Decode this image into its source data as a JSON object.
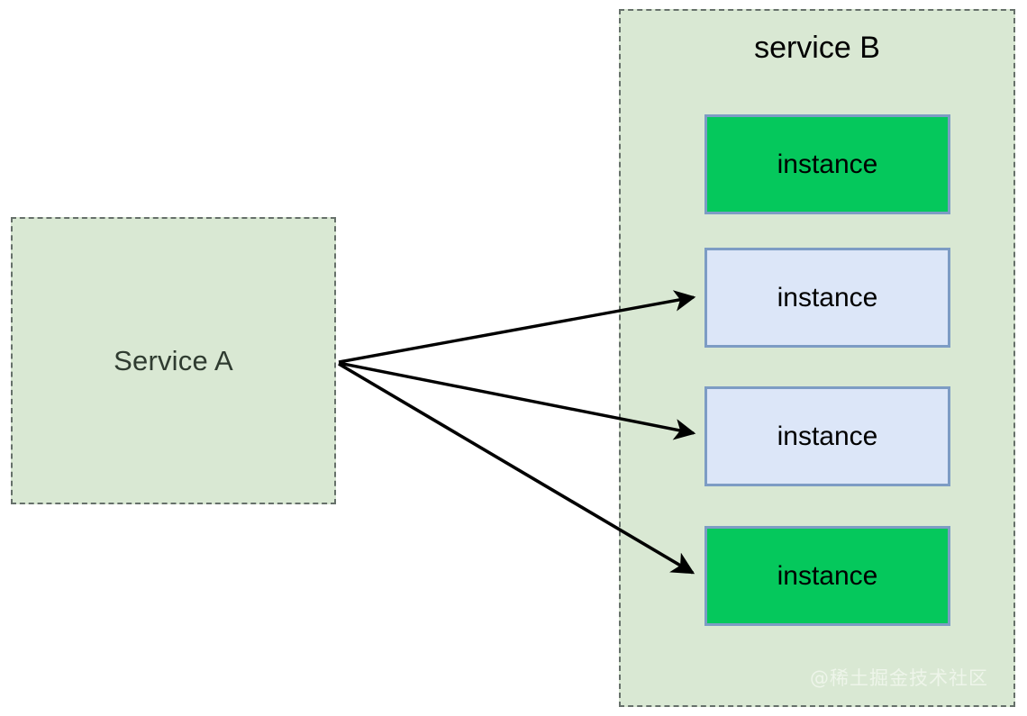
{
  "diagram": {
    "background_color": "#ffffff",
    "service_a": {
      "label": "Service A",
      "fill_color": "#d9e8d3",
      "border_color": "#66706a",
      "border_style": "dashed",
      "text_color": "#2f3b30"
    },
    "service_b": {
      "title": "service B",
      "fill_color": "#d9e8d3",
      "border_color": "#66706a",
      "border_style": "dashed",
      "title_color": "#000000",
      "instances": [
        {
          "label": "instance",
          "state": "active",
          "fill_color": "#05c85c",
          "border_color": "#7d9cc4"
        },
        {
          "label": "instance",
          "state": "inactive",
          "fill_color": "#dce6f8",
          "border_color": "#7d9cc4"
        },
        {
          "label": "instance",
          "state": "inactive",
          "fill_color": "#dce6f8",
          "border_color": "#7d9cc4"
        },
        {
          "label": "instance",
          "state": "active",
          "fill_color": "#05c85c",
          "border_color": "#7d9cc4"
        }
      ]
    },
    "connectors": {
      "color": "#000000",
      "origin_label": "Service A",
      "arrows": [
        {
          "from": "Service A",
          "to_instance_index": 1
        },
        {
          "from": "Service A",
          "to_instance_index": 2
        },
        {
          "from": "Service A",
          "to_instance_index": 3
        }
      ]
    },
    "watermark": {
      "text": "@稀土掘金技术社区",
      "color": "#eef5ea"
    }
  }
}
